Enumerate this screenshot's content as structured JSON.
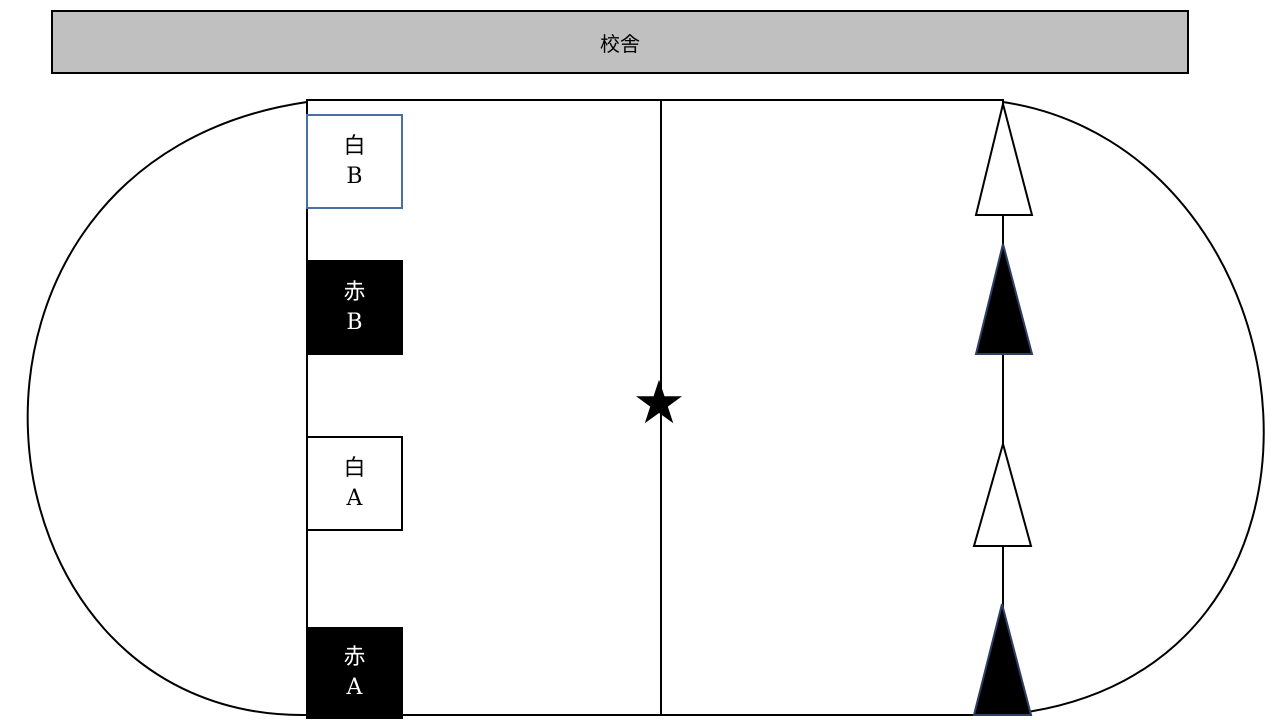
{
  "building": {
    "label": "校舎"
  },
  "center_marker": "★",
  "teams": [
    {
      "id": "shiro-b",
      "line1": "白",
      "line2": "B",
      "fill": "white"
    },
    {
      "id": "aka-b",
      "line1": "赤",
      "line2": "B",
      "fill": "black"
    },
    {
      "id": "shiro-a",
      "line1": "白",
      "line2": "A",
      "fill": "white"
    },
    {
      "id": "aka-a",
      "line1": "赤",
      "line2": "A",
      "fill": "black"
    }
  ],
  "cones": [
    {
      "fill": "white"
    },
    {
      "fill": "black"
    },
    {
      "fill": "white"
    },
    {
      "fill": "black"
    }
  ],
  "colors": {
    "building_fill": "#c0c0c0",
    "line": "#000000",
    "team_box_blue_border": "#4a6fa5",
    "cone_outline": "#2e3f66"
  }
}
